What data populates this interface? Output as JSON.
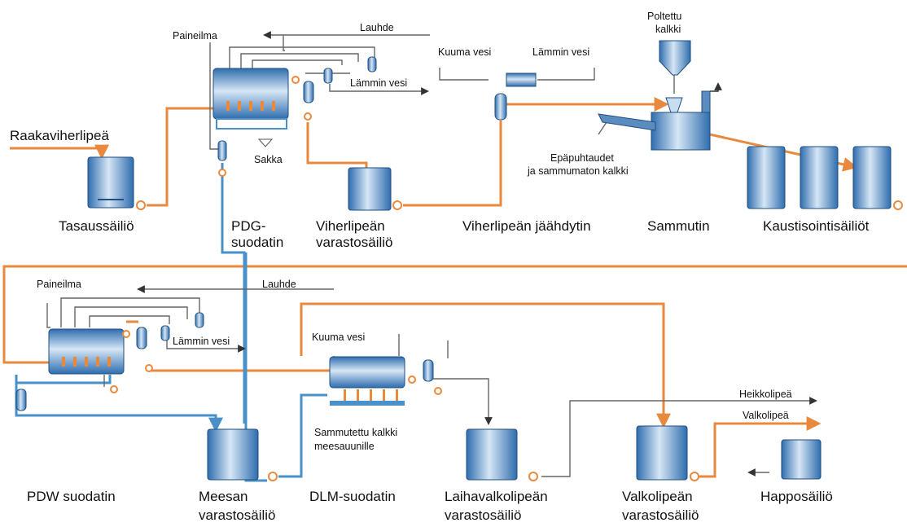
{
  "colors": {
    "orange": "#E8893E",
    "blue": "#4A90C8",
    "dark_line": "#333333",
    "grey_line": "#777777",
    "vessel_light": "#C9DDF0",
    "vessel_dark": "#2F6DAE"
  },
  "equipment": {
    "tasaussailio": "Tasaussäiliö",
    "pdg_line1": "PDG-",
    "pdg_line2": "suodatin",
    "viherlipean_var_line1": "Viherlipeän",
    "viherlipean_var_line2": "varastosäiliö",
    "viherlipean_jaahdytin": "Viherlipeän jäähdytin",
    "sammutin": "Sammutin",
    "kaustisointisailiot": "Kaustisointisäiliöt",
    "pdw_suodatin": "PDW suodatin",
    "meesan_line1": "Meesan",
    "meesan_line2": "varastosäiliö",
    "dlm_suodatin": "DLM-suodatin",
    "laihavalko_line1": "Laihavalkolipeän",
    "laihavalko_line2": "varastosäiliö",
    "valkolipean_line1": "Valkolipeän",
    "valkolipean_line2": "varastosäiliö",
    "happosailio": "Happosäiliö"
  },
  "streams": {
    "raakaviherlipea": "Raakaviherlipeä",
    "paineilma_top": "Paineilma",
    "lauhde_top": "Lauhde",
    "lammin_vesi_top": "Lämmin vesi",
    "sakka": "Sakka",
    "kuuma_vesi_top": "Kuuma vesi",
    "lammin_vesi_cooler": "Lämmin vesi",
    "poltettu_line1": "Poltettu",
    "poltettu_line2": "kalkki",
    "epapuhtaudet_line1": "Epäpuhtaudet",
    "epapuhtaudet_line2": "ja sammumaton kalkki",
    "paineilma_bottom": "Paineilma",
    "lauhde_bottom": "Lauhde",
    "lammin_vesi_bottom": "Lämmin vesi",
    "kuuma_vesi_bottom": "Kuuma vesi",
    "sammutettu_line1": "Sammutettu kalkki",
    "sammutettu_line2": "meesauunille",
    "heikkolipea": "Heikkolipeä",
    "valkolipea": "Valkolipeä"
  }
}
